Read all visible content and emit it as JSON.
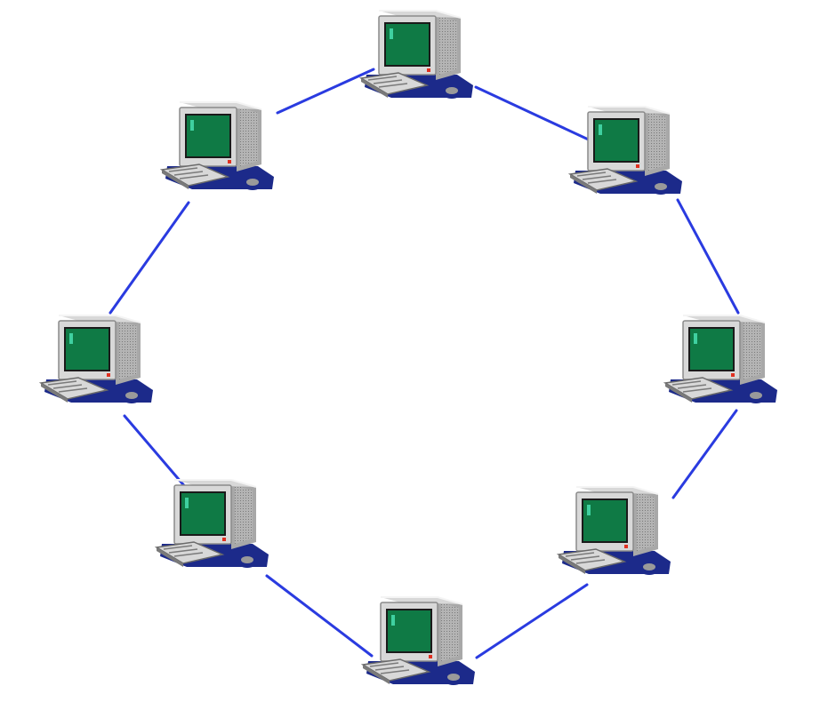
{
  "diagram": {
    "type": "ring-network",
    "node_icon": "computer-icon",
    "node_count": 8,
    "nodes": [
      {
        "id": "top",
        "icon": "computer-icon"
      },
      {
        "id": "upper-right",
        "icon": "computer-icon"
      },
      {
        "id": "right",
        "icon": "computer-icon"
      },
      {
        "id": "lower-right",
        "icon": "computer-icon"
      },
      {
        "id": "bottom",
        "icon": "computer-icon"
      },
      {
        "id": "lower-left",
        "icon": "computer-icon"
      },
      {
        "id": "left",
        "icon": "computer-icon"
      },
      {
        "id": "upper-left",
        "icon": "computer-icon"
      }
    ],
    "links": [
      [
        "top",
        "upper-right"
      ],
      [
        "upper-right",
        "right"
      ],
      [
        "right",
        "lower-right"
      ],
      [
        "lower-right",
        "bottom"
      ],
      [
        "bottom",
        "lower-left"
      ],
      [
        "lower-left",
        "left"
      ],
      [
        "left",
        "upper-left"
      ],
      [
        "upper-left",
        "top"
      ]
    ]
  },
  "colors": {
    "link": "#2a3be0",
    "monitor_body": "#d8d8d8",
    "monitor_shade": "#a8a8a8",
    "screen": "#0f7a45",
    "screen_glare": "#3fd0a0",
    "base_shadow": "#1c2a8a",
    "led": "#e03020"
  }
}
